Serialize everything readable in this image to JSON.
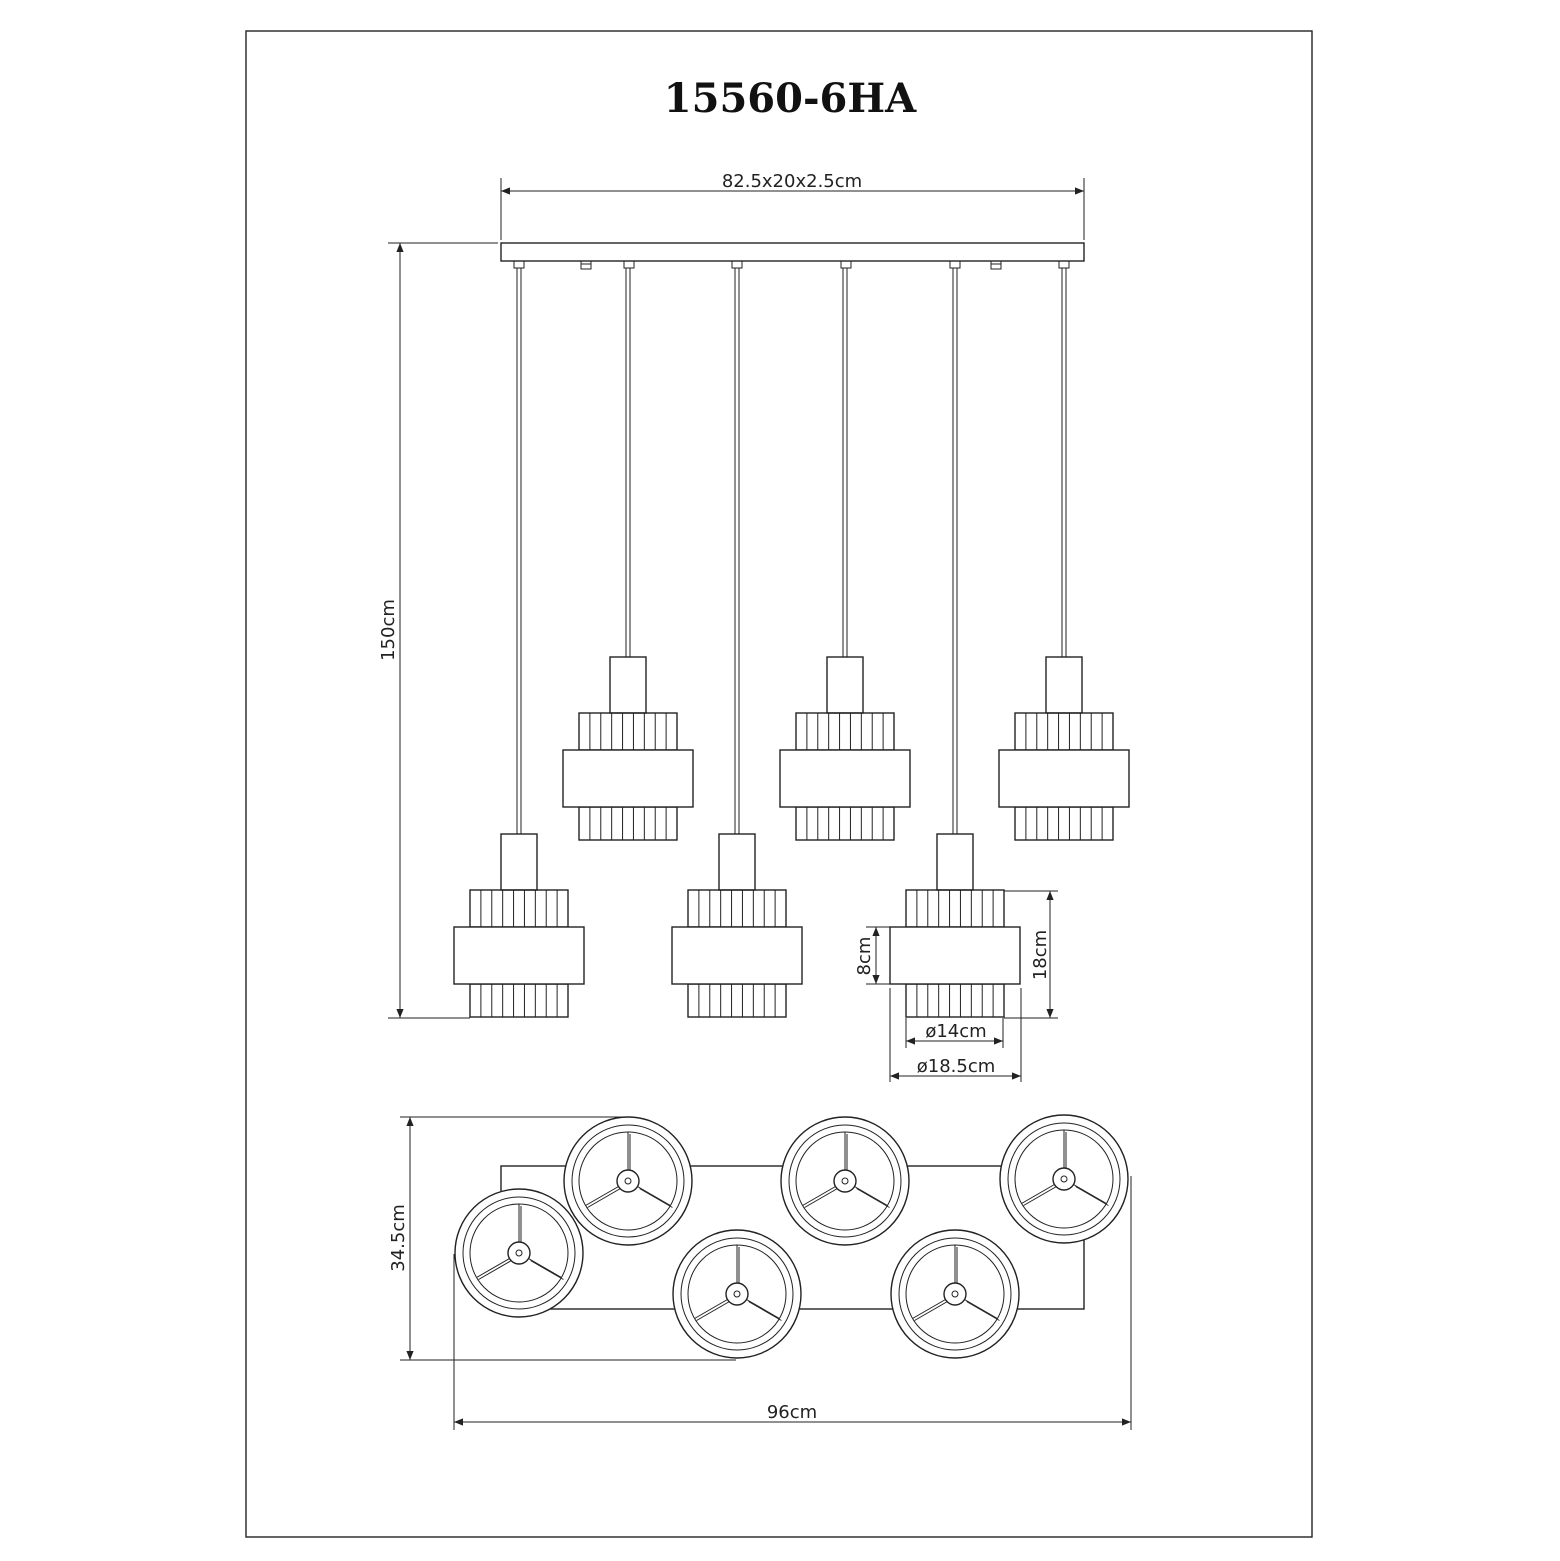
{
  "title": "15560-6HA",
  "dimensions": {
    "canopy": "82.5x20x2.5cm",
    "height": "150cm",
    "band_height": "8cm",
    "shade_height": "18cm",
    "inner_diameter": "ø14cm",
    "outer_diameter": "ø18.5cm",
    "depth": "34.5cm",
    "width": "96cm"
  },
  "colors": {
    "line": "#222222",
    "background": "#ffffff"
  }
}
